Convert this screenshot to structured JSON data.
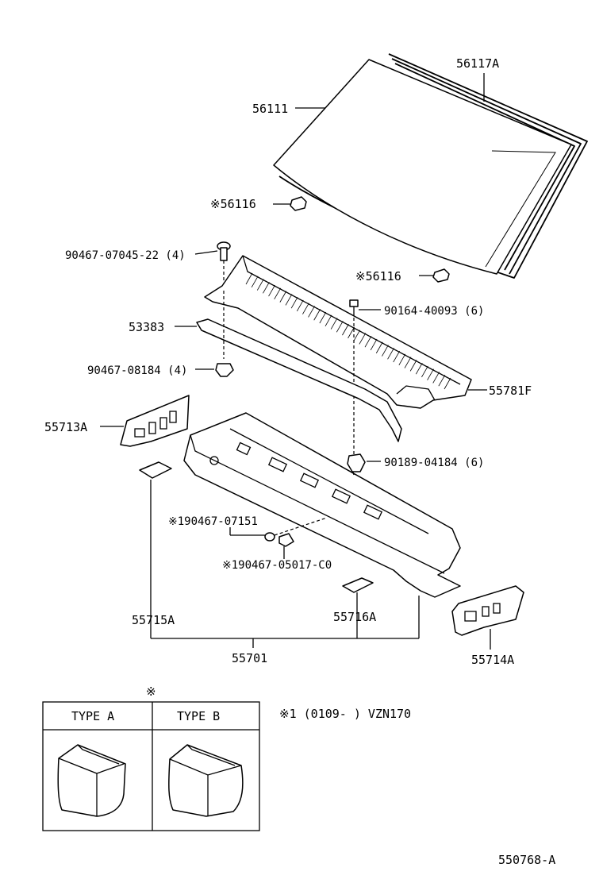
{
  "labels": {
    "windshield_molding": "56117A",
    "windshield_glass": "56111",
    "spacer_upper": "※56116",
    "spacer_right": "※56116",
    "clip_upper": "90467-07045-22 (4)",
    "screw_cowl": "90164-40093 (6)",
    "seal_cowl": "53383",
    "clip_lower": "90467-08184 (4)",
    "cowl_louver": "55781F",
    "bracket_left": "55713A",
    "nut_cowl": "90189-04184 (6)",
    "clip_note_1": "※190467-07151",
    "clip_note_2": "※190467-05017-C0",
    "brace_left": "55715A",
    "brace_right": "55716A",
    "cowl_panel": "55701",
    "bracket_right": "55714A",
    "diagram_number": "550768-A"
  },
  "legend": {
    "marker": "※",
    "type_a": "TYPE  A",
    "type_b": "TYPE  B",
    "note": "※1 (0109-      ) VZN170"
  }
}
